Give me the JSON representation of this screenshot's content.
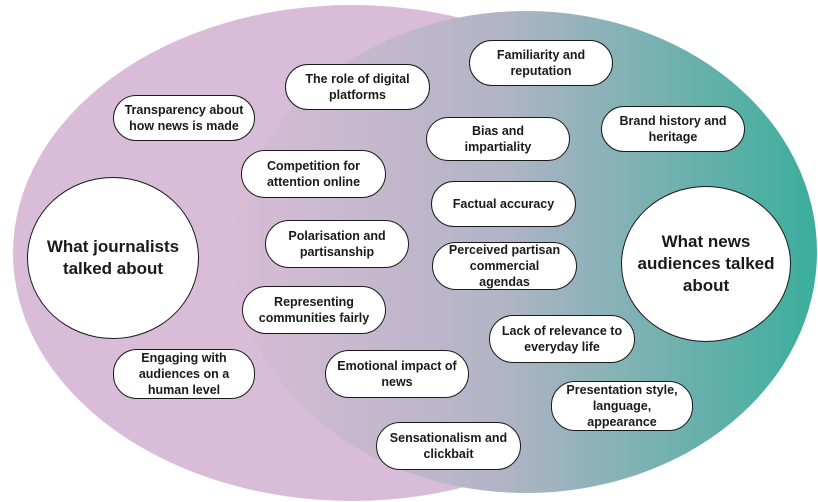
{
  "colors": {
    "journalists_ellipse": "#d9bcd8",
    "gradient_start": "#d8bcd6",
    "gradient_mid": "#b3b4c6",
    "gradient_end": "#3aae9c",
    "outline": "#1a1a1a",
    "pill_fill": "#ffffff"
  },
  "groups": {
    "journalists": "What journalists talked about",
    "audiences": "What news audiences talked about"
  },
  "topics": [
    "Familiarity and reputation",
    "The role of digital platforms",
    "Transparency about how news is made",
    "Brand history and heritage",
    "Bias and impartiality",
    "Competition for attention online",
    "Factual accuracy",
    "Polarisation and partisanship",
    "Perceived partisan commercial agendas",
    "Representing communities fairly",
    "Lack of relevance to everyday life",
    "Engaging with audiences on a human level",
    "Emotional impact of news",
    "Presentation style, language, appearance",
    "Sensationalism and clickbait"
  ]
}
